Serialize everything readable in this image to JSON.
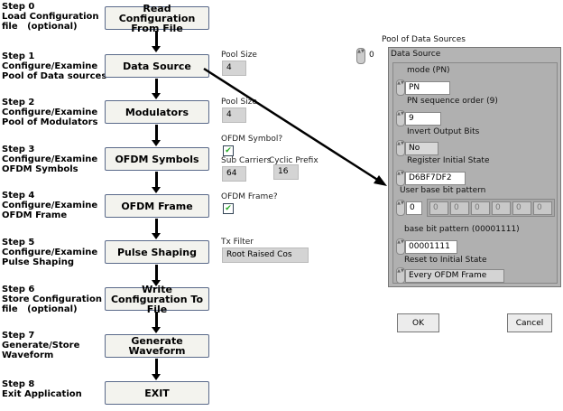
{
  "steps": [
    {
      "title": "Step 0",
      "l1": "Load Configuration",
      "l2": "file   (optional)",
      "button": "Read Configuration From File"
    },
    {
      "title": "Step 1",
      "l1": "Configure/Examine",
      "l2": "Pool of Data sources",
      "button": "Data Source"
    },
    {
      "title": "Step 2",
      "l1": "Configure/Examine",
      "l2": "Pool of Modulators",
      "button": "Modulators"
    },
    {
      "title": "Step 3",
      "l1": "Configure/Examine",
      "l2": "OFDM Symbols",
      "button": "OFDM Symbols"
    },
    {
      "title": "Step 4",
      "l1": "Configure/Examine",
      "l2": "OFDM Frame",
      "button": "OFDM Frame"
    },
    {
      "title": "Step 5",
      "l1": "Configure/Examine",
      "l2": "Pulse Shaping",
      "button": "Pulse Shaping"
    },
    {
      "title": "Step 6",
      "l1": "Store Configuration",
      "l2": "file   (optional)",
      "button": "Write Configuration To File"
    },
    {
      "title": "Step 7",
      "l1": "Generate/Store",
      "l2": "Waveform",
      "button": "Generate Waveform"
    },
    {
      "title": "Step 8",
      "l1": "Exit Application",
      "l2": "",
      "button": "EXIT"
    }
  ],
  "indicators": {
    "ds_pool_label": "Pool Size",
    "ds_pool": "4",
    "mod_pool_label": "Pool Size",
    "mod_pool": "4",
    "ofdm_symbol_label": "OFDM Symbol?",
    "ofdm_symbol_checked": true,
    "sub_carriers_label": "Sub Carriers",
    "sub_carriers": "64",
    "cyclic_prefix_label": "Cyclic Prefix",
    "cyclic_prefix": "16",
    "ofdm_frame_label": "OFDM Frame?",
    "ofdm_frame_checked": true,
    "tx_filter_label": "Tx Filter",
    "tx_filter": "Root Raised Cos"
  },
  "panel": {
    "title": "Pool of Data Sources",
    "index": "0",
    "header": "Data Source",
    "mode_label": "mode (PN)",
    "mode": "PN",
    "pn_order_label": "PN sequence order (9)",
    "pn_order": "9",
    "invert_label": "Invert Output Bits",
    "invert": "No",
    "reg_label": "Register Initial State",
    "reg": "D6BF7DF2",
    "user_label": "User base bit pattern",
    "user_index": "0",
    "user_bits": [
      "0",
      "0",
      "0",
      "0",
      "0",
      "0"
    ],
    "base_label": "base bit pattern (00001111)",
    "base": "00001111",
    "reset_label": "Reset to Initial State",
    "reset": "Every OFDM Frame"
  },
  "dialog": {
    "ok": "OK",
    "cancel": "Cancel"
  }
}
